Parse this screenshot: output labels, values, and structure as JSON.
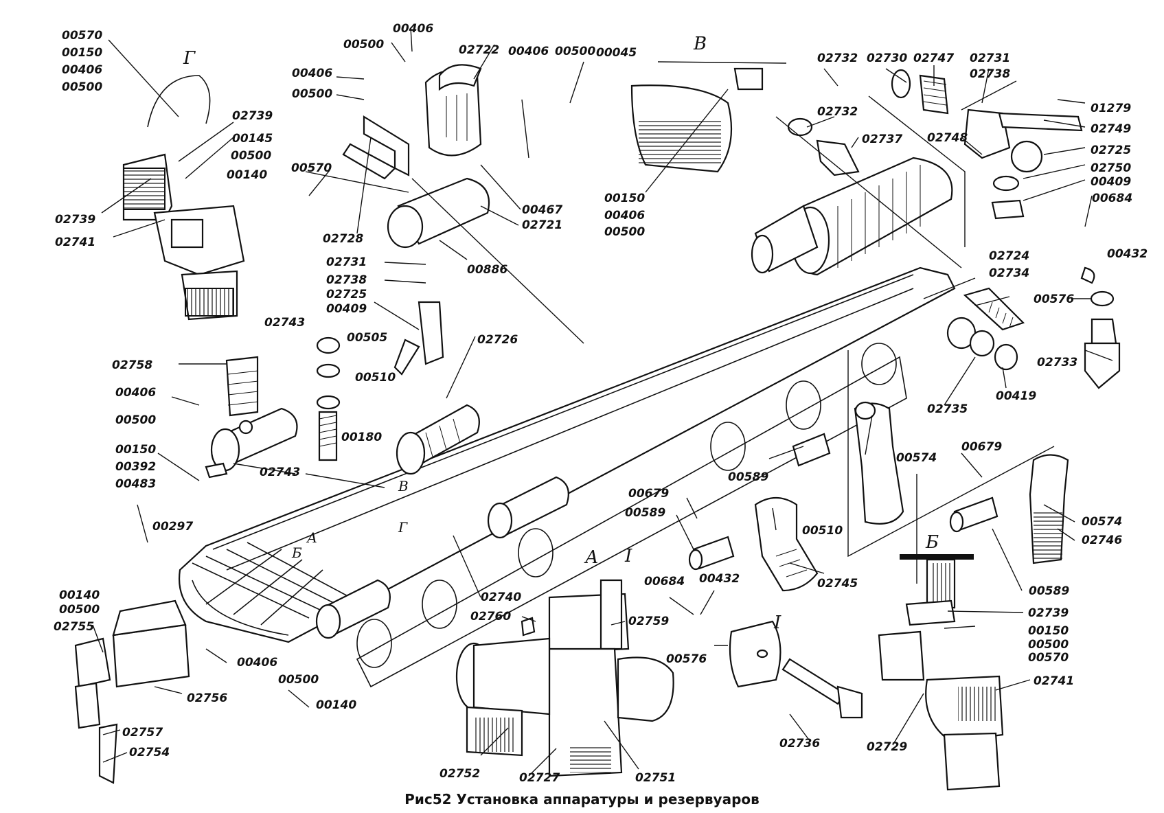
{
  "caption": "Рис52 Установка аппаратуры и резервуаров",
  "view_letters": [
    "Г",
    "В",
    "А",
    "Б",
    "I",
    "I",
    "В",
    "Г",
    "А",
    "Б"
  ],
  "labels": [
    "00570",
    "00150",
    "00406",
    "00500",
    "02739",
    "00145",
    "00500",
    "00140",
    "02739",
    "02741",
    "00406",
    "00500",
    "00406",
    "00500",
    "00570",
    "02728",
    "02722",
    "02731",
    "02738",
    "02725",
    "00409",
    "00505",
    "00510",
    "00180",
    "00886",
    "00467",
    "02721",
    "00406",
    "00500",
    "00045",
    "00150",
    "00406",
    "00500",
    "02743",
    "02758",
    "00406",
    "00500",
    "00150",
    "00392",
    "00483",
    "00297",
    "02743",
    "02726",
    "02740",
    "02732",
    "02730",
    "02747",
    "02731",
    "02738",
    "01279",
    "02749",
    "02748",
    "02725",
    "02750",
    "00409",
    "00684",
    "00432",
    "02732",
    "02737",
    "02724",
    "02734",
    "00576",
    "02733",
    "00419",
    "02735",
    "00574",
    "00589",
    "00679",
    "00589",
    "00510",
    "02745",
    "00679",
    "00574",
    "02746",
    "00589",
    "02739",
    "00150",
    "00500",
    "00570",
    "02741",
    "02729",
    "00684",
    "00432",
    "00576",
    "02760",
    "02759",
    "02736",
    "00140",
    "00500",
    "02755",
    "02756",
    "02757",
    "02754",
    "00406",
    "00500",
    "00140",
    "02752",
    "02727",
    "02751"
  ]
}
